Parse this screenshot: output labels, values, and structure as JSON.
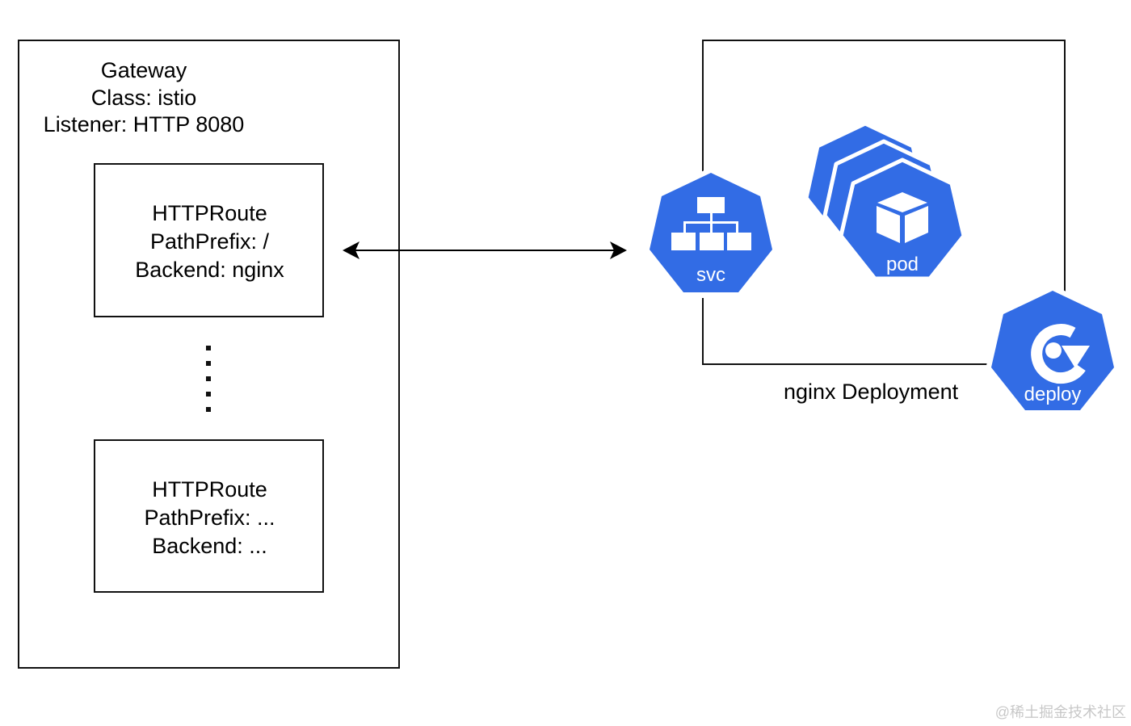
{
  "gateway": {
    "lines": [
      "Gateway",
      "Class: istio",
      "Listener: HTTP 8080"
    ],
    "routes": [
      {
        "lines": [
          "HTTPRoute",
          "PathPrefix: /",
          "Backend: nginx"
        ]
      },
      {
        "lines": [
          "HTTPRoute",
          "PathPrefix: ...",
          "Backend: ..."
        ]
      }
    ]
  },
  "deployment": {
    "label": "nginx Deployment",
    "icons": [
      {
        "name": "svc-icon",
        "label": "svc",
        "color": "#326ce5"
      },
      {
        "name": "pod-icon",
        "label": "pod",
        "color": "#326ce5"
      },
      {
        "name": "deploy-icon",
        "label": "deploy",
        "color": "#326ce5"
      }
    ]
  },
  "watermark": "@稀土掘金技术社区"
}
